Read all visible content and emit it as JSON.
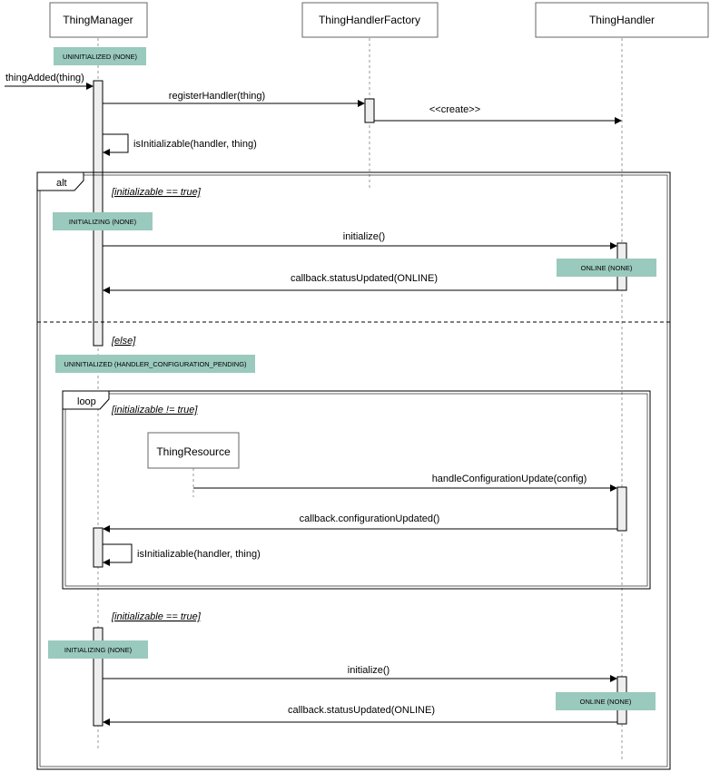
{
  "participants": {
    "thing_manager": "ThingManager",
    "thing_handler_factory": "ThingHandlerFactory",
    "thing_handler": "ThingHandler",
    "thing_resource": "ThingResource"
  },
  "states": {
    "uninitialized_none": "UNINITIALIZED (NONE)",
    "initializing_1": "INITIALIZING (NONE)",
    "online_1": "ONLINE (NONE)",
    "uninitialized_pending": "UNINITIALIZED (HANDLER_CONFIGURATION_PENDING)",
    "initializing_2": "INITIALIZING (NONE)",
    "online_2": "ONLINE (NONE)"
  },
  "messages": {
    "thing_added": "thingAdded(thing)",
    "register_handler": "registerHandler(thing)",
    "create": "<<create>>",
    "is_initializable_1": "isInitializable(handler, thing)",
    "initialize_1": "initialize()",
    "status_updated_1": "callback.statusUpdated(ONLINE)",
    "handle_config_update": "handleConfigurationUpdate(config)",
    "config_updated": "callback.configurationUpdated()",
    "is_initializable_2": "isInitializable(handler, thing)",
    "initialize_2": "initialize()",
    "status_updated_2": "callback.statusUpdated(ONLINE)"
  },
  "fragments": {
    "alt_label": "alt",
    "loop_label": "loop",
    "guard_alt_true": "[initializable == true]",
    "guard_else": "[else]",
    "guard_loop": "[initializable != true]",
    "guard_second_true": "[initializable == true]"
  },
  "colors": {
    "state_fill": "#9ac9bd",
    "activation_fill": "#eeeeee",
    "line": "#000000",
    "lifeline": "#999999"
  }
}
